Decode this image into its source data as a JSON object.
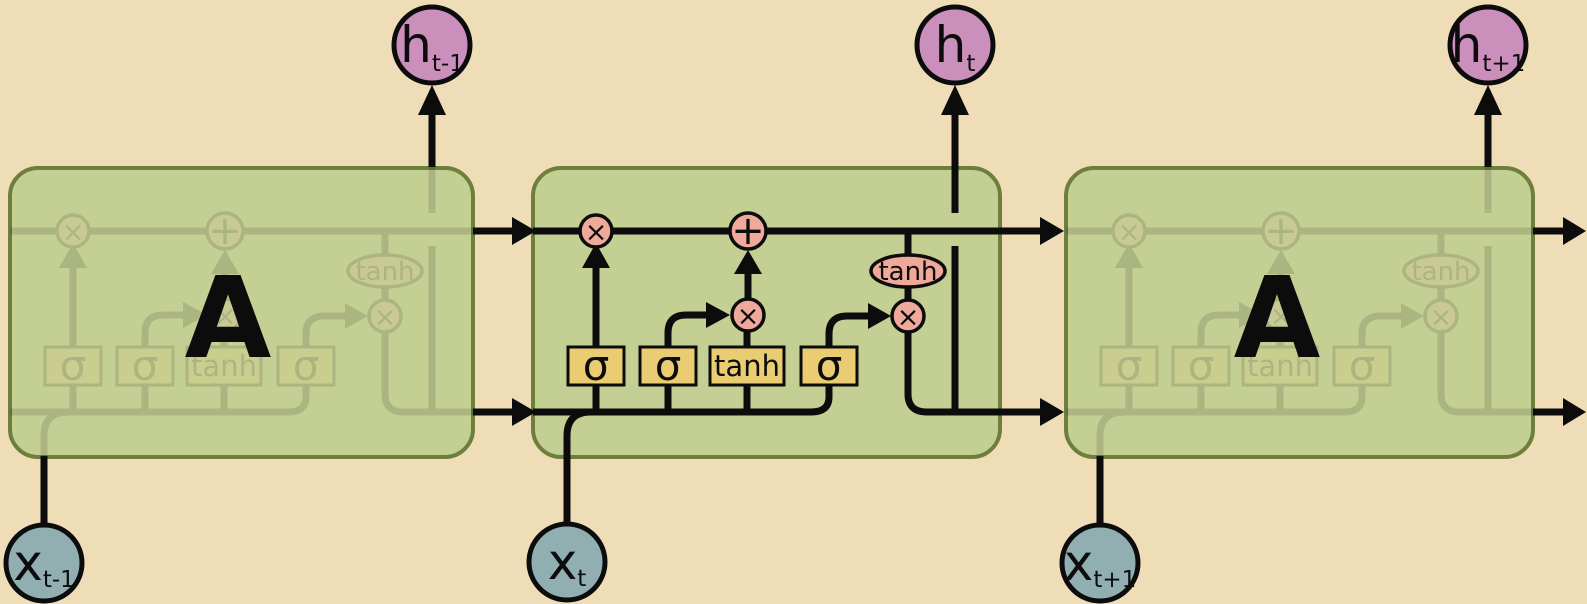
{
  "title": "LSTM chain diagram",
  "colors": {
    "background": "#EEDDB7",
    "cell_fill": "#C4CF93",
    "cell_border": "#6E7F3C",
    "gate_fill": "#EACD72",
    "op_fill": "#EFA99B",
    "h_node_fill": "#CB8FBC",
    "x_node_fill": "#91AEB1",
    "line": "#0c0c0c"
  },
  "cells": {
    "left": {
      "label": "A"
    },
    "right": {
      "label": "A"
    }
  },
  "gates": {
    "forget": "σ",
    "input": "σ",
    "candidate": "tanh",
    "output": "σ"
  },
  "ops": {
    "multiply_forget": "×",
    "add": "+",
    "multiply_input": "×",
    "tanh_output": "tanh",
    "multiply_output": "×"
  },
  "nodes": {
    "h_prev": {
      "base": "h",
      "sub": "t-1"
    },
    "h_curr": {
      "base": "h",
      "sub": "t"
    },
    "h_next": {
      "base": "h",
      "sub": "t+1"
    },
    "x_prev": {
      "base": "x",
      "sub": "t-1"
    },
    "x_curr": {
      "base": "x",
      "sub": "t"
    },
    "x_next": {
      "base": "x",
      "sub": "t+1"
    }
  }
}
